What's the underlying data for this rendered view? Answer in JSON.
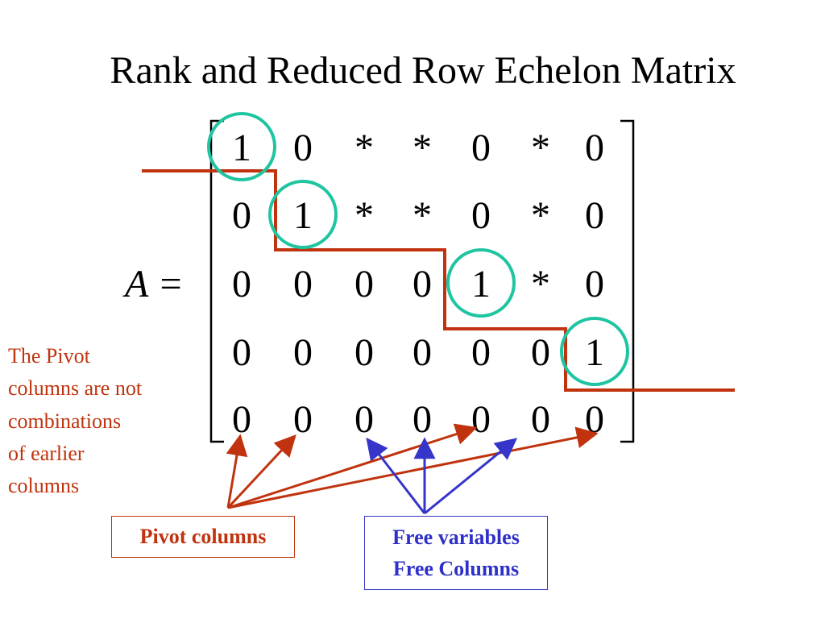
{
  "title": "Rank and Reduced Row Echelon Matrix",
  "matrix": {
    "label": "A =",
    "rows": [
      [
        "1",
        "0",
        "*",
        "*",
        "0",
        "*",
        "0"
      ],
      [
        "0",
        "1",
        "*",
        "*",
        "0",
        "*",
        "0"
      ],
      [
        "0",
        "0",
        "0",
        "0",
        "1",
        "*",
        "0"
      ],
      [
        "0",
        "0",
        "0",
        "0",
        "0",
        "0",
        "1"
      ],
      [
        "0",
        "0",
        "0",
        "0",
        "0",
        "0",
        "0"
      ]
    ],
    "pivots": [
      [
        0,
        0
      ],
      [
        1,
        1
      ],
      [
        2,
        4
      ],
      [
        3,
        6
      ]
    ]
  },
  "note": {
    "lines": [
      "The Pivot",
      "columns are not",
      "combinations",
      "of earlier",
      "columns"
    ]
  },
  "pivot_box": {
    "label": "Pivot columns"
  },
  "free_box": {
    "line1": "Free variables",
    "line2": "Free Columns"
  },
  "colors": {
    "staircase": "#c0330e",
    "pivot_circle": "#1fc5a0",
    "pivot_arrows": "#c0330e",
    "free_arrows": "#3535c9"
  }
}
